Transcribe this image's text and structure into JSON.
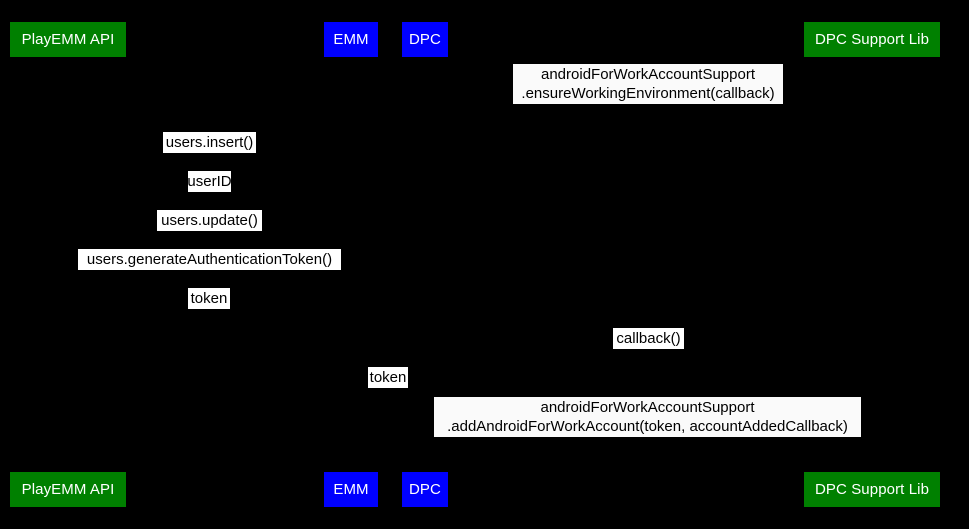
{
  "diagram": {
    "type": "sequence-diagram",
    "background_color": "#000000",
    "colors": {
      "actor_green": "#008000",
      "actor_blue": "#0000ff",
      "actor_text": "#ffffff",
      "label_background": "#ffffff",
      "label_text": "#000000",
      "note_background": "#fafafa"
    },
    "participants_top": [
      {
        "id": "playemm-api",
        "label": "PlayEMM API",
        "color": "green"
      },
      {
        "id": "emm",
        "label": "EMM",
        "color": "blue"
      },
      {
        "id": "dpc",
        "label": "DPC",
        "color": "blue"
      },
      {
        "id": "dpc-support-lib",
        "label": "DPC Support Lib",
        "color": "green"
      }
    ],
    "participants_bottom": [
      {
        "id": "playemm-api",
        "label": "PlayEMM API",
        "color": "green"
      },
      {
        "id": "emm",
        "label": "EMM",
        "color": "blue"
      },
      {
        "id": "dpc",
        "label": "DPC",
        "color": "blue"
      },
      {
        "id": "dpc-support-lib",
        "label": "DPC Support Lib",
        "color": "green"
      }
    ],
    "messages": [
      {
        "id": "ensure-working-environment",
        "kind": "two-line",
        "line1": "androidForWorkAccountSupport",
        "line2": ".ensureWorkingEnvironment(callback)"
      },
      {
        "id": "users-insert",
        "kind": "single",
        "text": "users.insert()"
      },
      {
        "id": "user-id",
        "kind": "single",
        "text": "userID"
      },
      {
        "id": "users-update",
        "kind": "single",
        "text": "users.update()"
      },
      {
        "id": "generate-authentication-token",
        "kind": "single",
        "text": "users.generateAuthenticationToken()"
      },
      {
        "id": "token-returned",
        "kind": "single",
        "text": "token"
      },
      {
        "id": "callback",
        "kind": "single",
        "text": "callback()"
      },
      {
        "id": "token-to-dpc",
        "kind": "single",
        "text": "token"
      },
      {
        "id": "add-android-for-work-account",
        "kind": "two-line",
        "line1": "androidForWorkAccountSupport",
        "line2": ".addAndroidForWorkAccount(token, accountAddedCallback)"
      }
    ]
  }
}
